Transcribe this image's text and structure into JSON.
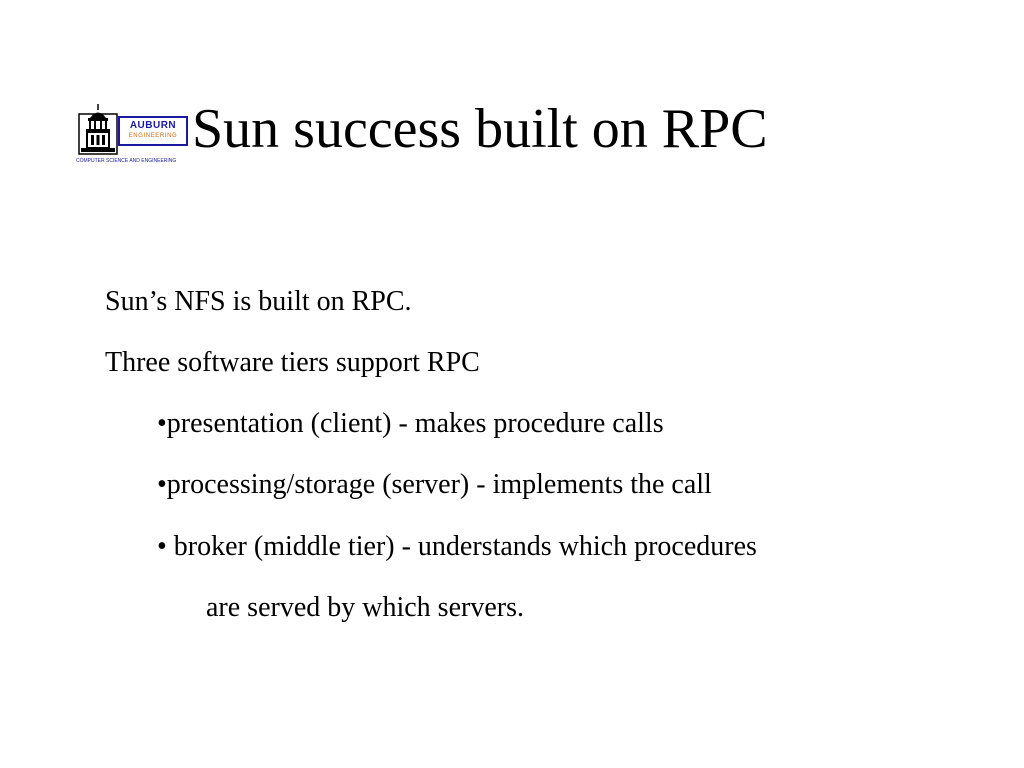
{
  "logo": {
    "name": "AUBURN",
    "subtitle": "ENGINEERING",
    "department": "COMPUTER SCIENCE AND ENGINEERING",
    "icon": "samford-hall-tower-icon",
    "colors": {
      "text": "#1a1aa0",
      "subtitle": "#d06a10",
      "building": "#000000"
    }
  },
  "slide": {
    "title": "Sun success built on RPC",
    "lines": [
      "Sun’s NFS is built on RPC.",
      "Three software tiers support RPC",
      "•presentation (client) - makes procedure calls",
      "•processing/storage (server) - implements the call",
      "• broker (middle tier) - understands which procedures",
      "are served by which servers."
    ]
  }
}
